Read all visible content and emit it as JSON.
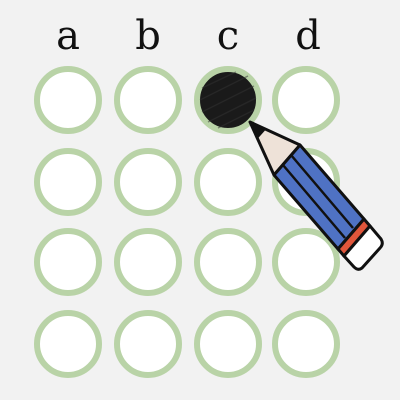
{
  "columns": [
    "a",
    "b",
    "c",
    "d"
  ],
  "rows": 4,
  "selected": {
    "row": 0,
    "column": "c"
  },
  "colors": {
    "background": "#f2f2f2",
    "bubble_outline": "#b9d3a7",
    "bubble_fill": "#ffffff",
    "mark_fill": "#1a1a1a",
    "pencil_body": "#4f72c4",
    "pencil_eraser": "#ffffff",
    "pencil_ferrule": "#e0563b",
    "pencil_wood": "#eee2d8",
    "pencil_lead": "#111111"
  },
  "icons": {
    "pencil": "pencil-icon"
  }
}
